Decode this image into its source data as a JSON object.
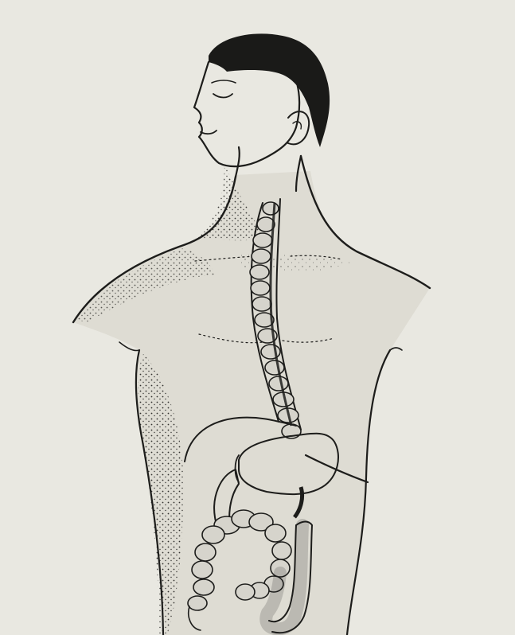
{
  "image": {
    "kind": "line-drawing illustration",
    "palette": {
      "paper": "#e9e8e1",
      "ink": "#1d1d1b",
      "skin": "#dedcd3",
      "organ_fill": "#d6d4cc",
      "hair": "#1a1a18"
    },
    "icons": [
      "human-torso-illustration",
      "esophagus-conduit",
      "stomach",
      "colon",
      "duodenum"
    ]
  }
}
